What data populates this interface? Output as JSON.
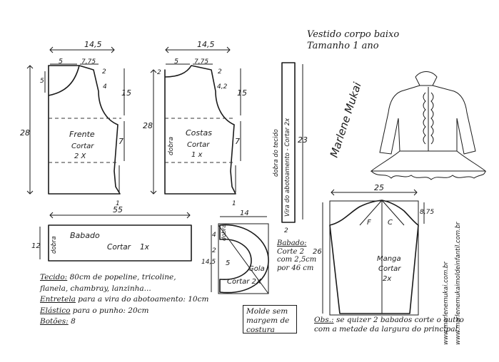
{
  "title": {
    "line1": "Vestido corpo baixo",
    "line2": "Tamanho  1 ano"
  },
  "signature": "Marlene Mukai",
  "url_vertical": "www.marlenemukai.com.br",
  "url_vertical_2": "www.marlenemukaimoldeinfantil.com.br",
  "frente": {
    "label": "Frente",
    "cut": "Cortar",
    "qty": "2 X",
    "width": "14,5",
    "height": "28",
    "neck": "5",
    "shoulder": "7,75",
    "shoulder_drop": "2",
    "neck_depth": "5",
    "armhole": "15",
    "side_upper": "7",
    "side_mid": "4",
    "hem": "1"
  },
  "costas": {
    "label": "Costas",
    "cut": "Cortar",
    "qty": "1 x",
    "width": "14,5",
    "height": "28",
    "neck": "5",
    "shoulder": "7,75",
    "shoulder_drop": "2",
    "neck_depth": "2",
    "armhole": "15",
    "side_upper": "7",
    "side_mid": "4,2",
    "hem": "1",
    "fold": "dobra"
  },
  "vista": {
    "label": "Vira do abotoamento - Cortar 2x",
    "fold": "dobra do tecido",
    "height": "23",
    "width": "2"
  },
  "babado": {
    "label": "Babado",
    "cut": "Cortar",
    "qty": "1x",
    "width": "55",
    "height": "12",
    "fold": "dobra"
  },
  "gola": {
    "label": "Gola",
    "cut": "Cortar 2X",
    "width": "14",
    "dim_a": "4",
    "dim_b": "2",
    "dim_c": "5",
    "height": "14,5",
    "fold": "dobra"
  },
  "babado_note": {
    "key": "Babado:",
    "text": "Corte 2 com 2,5cm por 46 cm"
  },
  "manga": {
    "label": "Manga",
    "cut": "Cortar",
    "qty": "2x",
    "width": "25",
    "cap": "8,75",
    "height": "26",
    "front": "F",
    "back": "C"
  },
  "notes": {
    "tecido_key": "Tecido:",
    "tecido_text": "80cm de popeline, tricoline,",
    "tecido_text2": "flanela, chambray, lanzinha...",
    "entretela_key": "Entretela",
    "entretela_text": "para a vira do abotoamento: 10cm",
    "elastico_key": "Elástico",
    "elastico_text": "para o punho: 20cm",
    "botoes_key": "Botões:",
    "botoes_text": "8"
  },
  "molde_box": "Molde sem margem de costura",
  "obs": {
    "key": "Obs.:",
    "text": "se quizer 2 babados corte o outro com a metade da largura do principal."
  }
}
